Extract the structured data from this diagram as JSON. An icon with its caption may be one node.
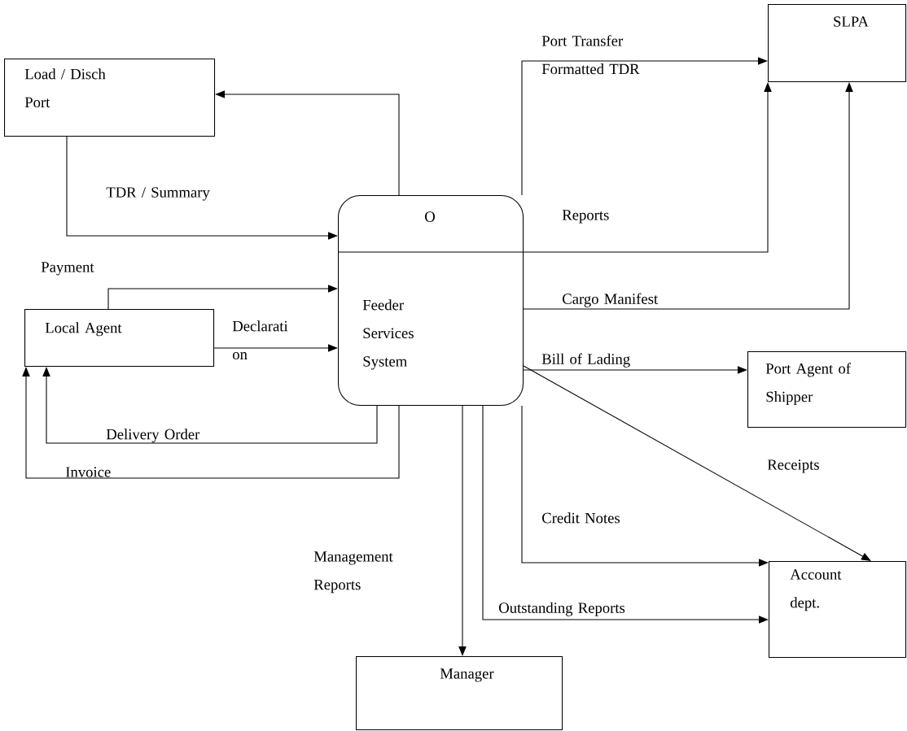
{
  "diagram": {
    "nodes": [
      {
        "text": [
          "Load / Disch Port"
        ]
      },
      {
        "text": [
          "O",
          "Feeder Services System"
        ]
      },
      {
        "text": [
          "SLPA"
        ]
      },
      {
        "text": [
          "Local Agent"
        ]
      },
      {
        "text": [
          "Port Agent of Shipper"
        ]
      },
      {
        "text": [
          "Account dept."
        ]
      },
      {
        "text": [
          "Manager"
        ]
      }
    ],
    "edges": [
      {
        "from": 1,
        "to": 0,
        "arrow": "to"
      },
      {
        "from": 0,
        "to": 1,
        "arrow": "to",
        "label": "TDR / Summary"
      },
      {
        "from": 3,
        "to": 1,
        "arrow": "to",
        "label": "Payment"
      },
      {
        "from": 3,
        "to": 1,
        "arrow": "to",
        "label": "Declarati on"
      },
      {
        "from": 1,
        "to": 3,
        "arrow": "to",
        "label": "Delivery Order"
      },
      {
        "from": 1,
        "to": 3,
        "arrow": "to",
        "label": "Invoice"
      },
      {
        "from": 1,
        "to": 2,
        "arrow": "to",
        "label": "Port Transfer Formatted TDR"
      },
      {
        "from": 1,
        "to": 2,
        "arrow": "to",
        "label": "Reports"
      },
      {
        "from": 1,
        "to": 2,
        "arrow": "to",
        "label": "Cargo Manifest"
      },
      {
        "from": 1,
        "to": 4,
        "arrow": "to",
        "label": "Bill of Lading"
      },
      {
        "from": 1,
        "to": 5,
        "arrow": "to",
        "label": "Receipts"
      },
      {
        "from": 1,
        "to": 5,
        "arrow": "to",
        "label": "Credit Notes"
      },
      {
        "from": 1,
        "to": 5,
        "arrow": "to",
        "label": "Outstanding Reports"
      },
      {
        "from": 1,
        "to": 6,
        "arrow": "to",
        "label": "Management Reports"
      }
    ]
  }
}
